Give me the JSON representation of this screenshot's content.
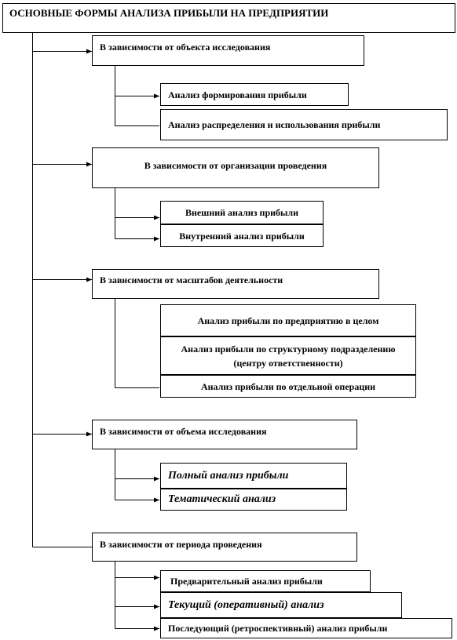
{
  "title": "ОСНОВНЫЕ ФОРМЫ АНАЛИЗА ПРИБЫЛИ НА ПРЕДПРИЯТИИ",
  "groups": [
    {
      "label": "В зависимости от объекта исследования",
      "items": [
        "Анализ формирования прибыли",
        "Анализ распределения и использования прибыли"
      ]
    },
    {
      "label": "В зависимости от организации проведения",
      "items": [
        "Внешний анализ прибыли",
        "Внутренний анализ прибыли"
      ]
    },
    {
      "label": "В зависимости от масштабов деятельности",
      "items": [
        "Анализ прибыли по предприятию в целом",
        "Анализ прибыли по структурному подразделению (центру ответственности)",
        "Анализ прибыли по отдельной операции"
      ]
    },
    {
      "label": "В зависимости от объема исследования",
      "items": [
        "Полный анализ прибыли",
        "Тематический анализ"
      ]
    },
    {
      "label": "В зависимости от периода проведения",
      "items": [
        "Предварительный анализ прибыли",
        "Текущий (оперативный) анализ",
        "Последующий (ретроспективный) анализ прибыли"
      ]
    }
  ]
}
